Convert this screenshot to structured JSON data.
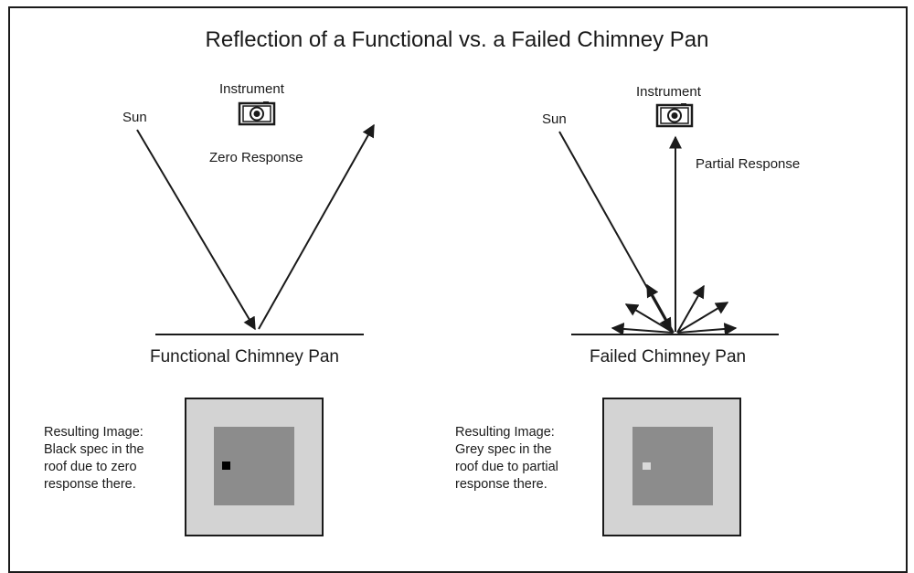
{
  "title": "Reflection of a Functional vs. a Failed Chimney Pan",
  "functional": {
    "sun_label": "Sun",
    "instrument_label": "Instrument",
    "response_label": "Zero Response",
    "pan_label": "Functional Chimney Pan",
    "caption_lines": [
      "Resulting Image:",
      "Black spec in the",
      "roof due to zero",
      "response there."
    ],
    "spec_color": "#000000"
  },
  "failed": {
    "sun_label": "Sun",
    "instrument_label": "Instrument",
    "response_label": "Partial Response",
    "pan_label": "Failed Chimney Pan",
    "caption_lines": [
      "Resulting Image:",
      "Grey spec in the",
      "roof due to partial",
      "response there."
    ],
    "spec_color": "#d9d9d9"
  },
  "colors": {
    "outer_square": "#d3d3d3",
    "inner_square": "#8c8c8c",
    "line": "#1a1a1a"
  },
  "icons": [
    "camera-icon",
    "camera-icon"
  ]
}
